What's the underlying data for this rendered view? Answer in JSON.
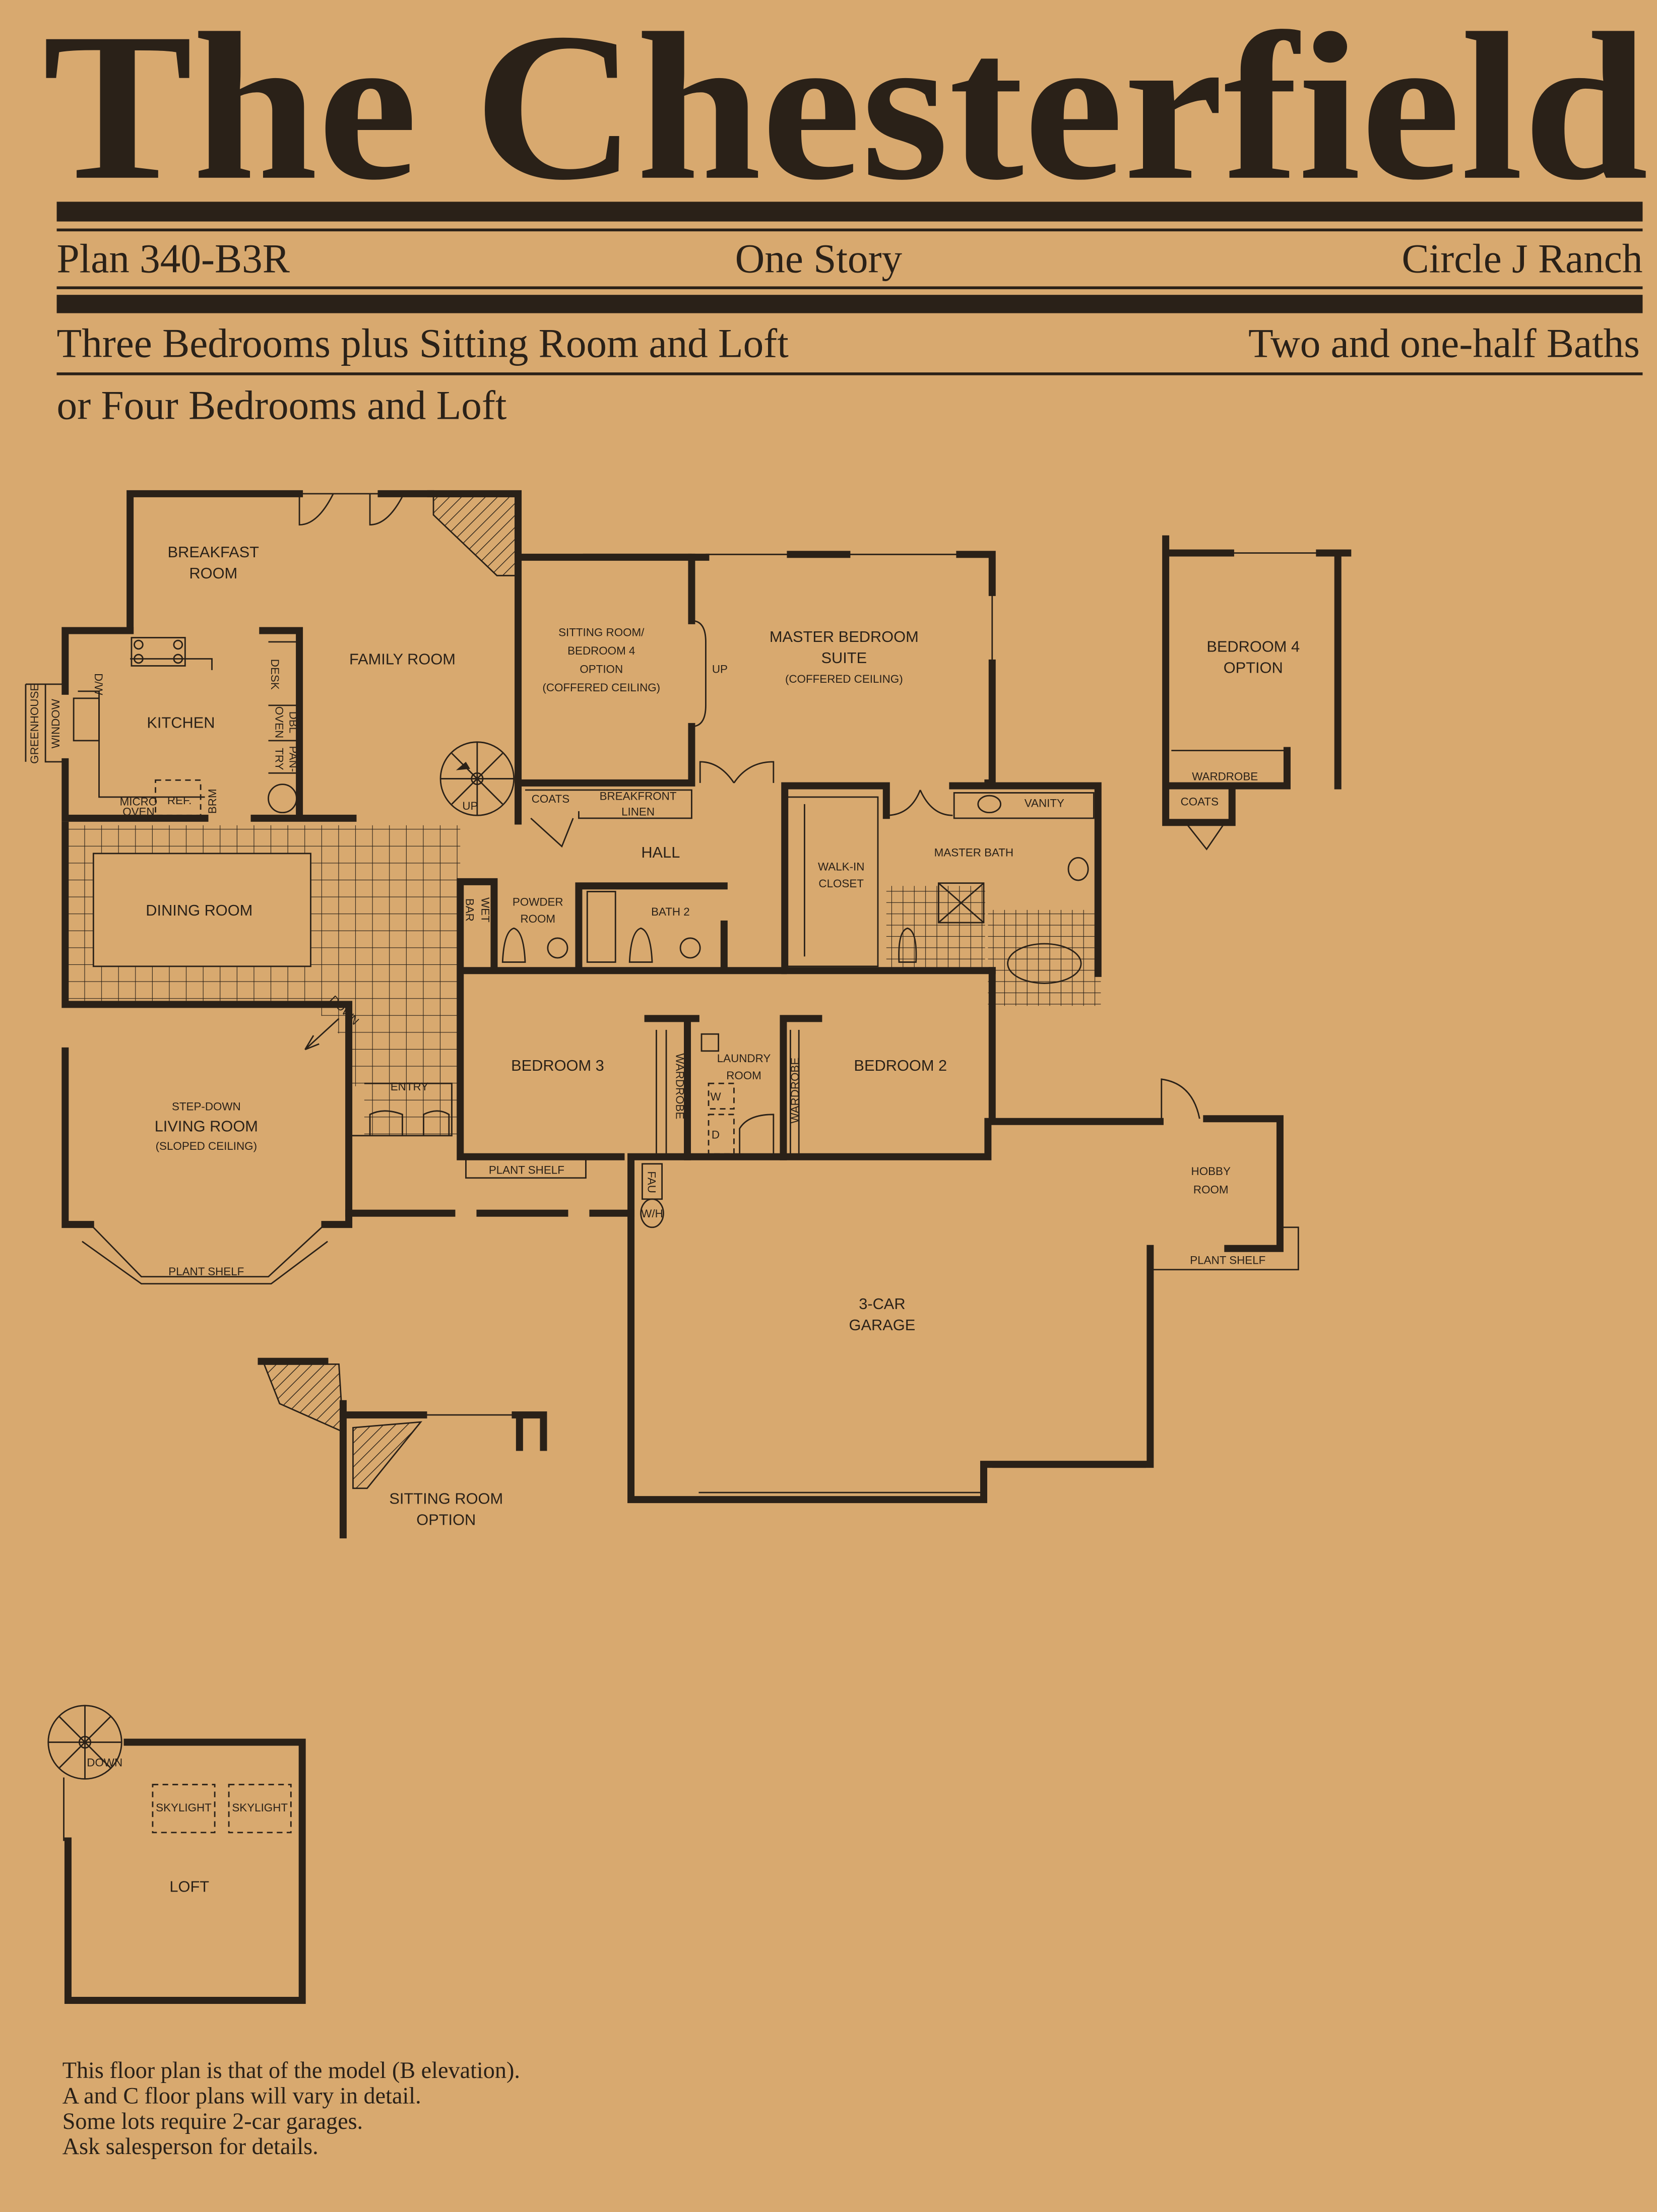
{
  "header": {
    "title": "The Chesterfield",
    "plan": "Plan 340-B3R",
    "stories": "One Story",
    "community": "Circle J Ranch",
    "bedrooms_line1": "Three Bedrooms plus Sitting Room and Loft",
    "baths": "Two and one-half Baths",
    "bedrooms_line2": "or Four Bedrooms and Loft"
  },
  "rooms": {
    "breakfast": [
      "BREAKFAST",
      "ROOM"
    ],
    "family": "FAMILY ROOM",
    "kitchen": "KITCHEN",
    "greenhouse": [
      "GREENHOUSE",
      "WINDOW"
    ],
    "dw": "D/W",
    "desk": "DESK",
    "dbl_oven": [
      "DBL",
      "OVEN"
    ],
    "pantry": [
      "PAN-",
      "TRY"
    ],
    "ref": "REF.",
    "micro_oven": [
      "MICRO",
      "OVEN"
    ],
    "brm": "BRM",
    "up": "UP",
    "sitting": [
      "SITTING ROOM/",
      "BEDROOM 4",
      "OPTION",
      "(COFFERED CEILING)"
    ],
    "master": [
      "MASTER BEDROOM",
      "SUITE",
      "(COFFERED CEILING)"
    ],
    "coats": "COATS",
    "breakfront": "BREAKFRONT",
    "linen": "LINEN",
    "hall": "HALL",
    "walk_in": [
      "WALK-IN",
      "CLOSET"
    ],
    "master_bath": "MASTER BATH",
    "vanity": "VANITY",
    "dining": "DINING ROOM",
    "wet_bar": [
      "WET",
      "BAR"
    ],
    "powder": [
      "POWDER",
      "ROOM"
    ],
    "bath2": "BATH 2",
    "down": "DOWN",
    "living": [
      "STEP-DOWN",
      "LIVING ROOM",
      "(SLOPED CEILING)"
    ],
    "entry": "ENTRY",
    "bedroom3": "BEDROOM 3",
    "wardrobe": "WARDROBE",
    "laundry": [
      "LAUNDRY",
      "ROOM"
    ],
    "washer": "W",
    "dryer": "D",
    "bedroom2": "BEDROOM 2",
    "plant_shelf": "PLANT SHELF",
    "fau": "FAU",
    "wh": "W/H",
    "hobby": [
      "HOBBY",
      "ROOM"
    ],
    "garage": [
      "3-CAR",
      "GARAGE"
    ],
    "bedroom4": [
      "BEDROOM 4",
      "OPTION"
    ],
    "sitting_option": [
      "SITTING ROOM",
      "OPTION"
    ],
    "skylight": "SKYLIGHT",
    "loft": "LOFT"
  },
  "footer": [
    "This floor plan is that of the model (B elevation).",
    "A and C floor plans will vary in detail.",
    "Some lots require 2-car garages.",
    "Ask salesperson for details."
  ]
}
